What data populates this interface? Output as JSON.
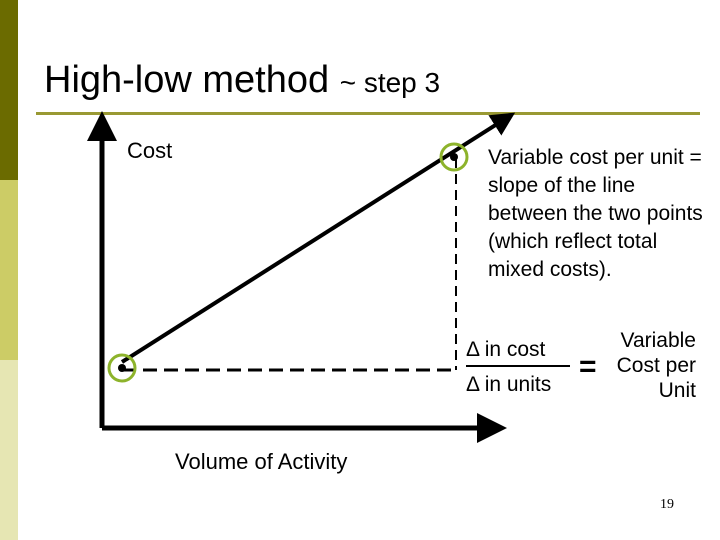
{
  "slide": {
    "title": "High-low method",
    "title_step": "~ step 3",
    "page_number": "19"
  },
  "diagram": {
    "y_axis_label": "Cost",
    "x_axis_label": "Volume of Activity",
    "description": "Variable cost per unit = slope of the line between the two points (which reflect total mixed costs).",
    "formula": {
      "numerator": "Δ in cost",
      "denominator": "Δ in units",
      "equals": "=",
      "result": "Variable Cost per Unit"
    }
  },
  "colors": {
    "highlight_circle": "#8db32b",
    "accent_bar_dark": "#6b6b00",
    "accent_bar_mid": "#cccc66",
    "accent_bar_light": "#e6e6b3",
    "title_rule": "#999933"
  }
}
